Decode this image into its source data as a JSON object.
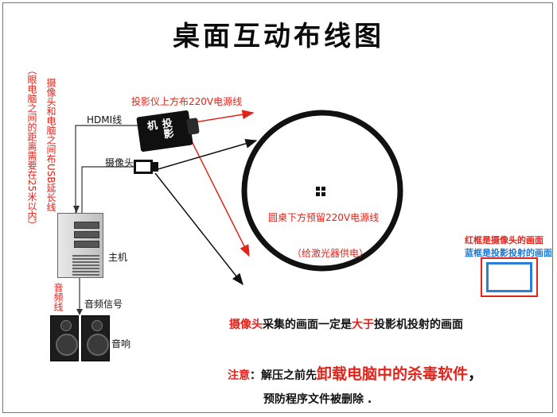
{
  "title": "桌面互动布线图",
  "labels": {
    "distance_note": "（眼电脑之间的距离需要在25米以内）",
    "usb_note": "摄像头和电脑之间布USB延长线",
    "hdmi": "HDMI线",
    "projector_text": "投影机",
    "projector_power": "投影仪上方布220V电源线",
    "camera": "摄像头",
    "host": "主机",
    "audio_line": "音频线",
    "audio_signal": "音频信号",
    "speaker": "音响",
    "table_power": "圆桌下方预留220V电源线",
    "laser_power": "（给激光器供电）"
  },
  "legend": {
    "red_frame": "红框是摄像头的画面",
    "blue_frame": "蓝框是投影投射的画面"
  },
  "notes": {
    "line1_a": "摄像头",
    "line1_b": "采集的画面一定是",
    "line1_c": "大于",
    "line1_d": "投影机投射的画面",
    "line2_a": "注意",
    "line2_b": "：解压之前先",
    "line2_c": "卸载电脑中的杀毒软件",
    "line2_d": "，",
    "line3": "预防程序文件被删除 ."
  },
  "colors": {
    "red": "#e2231a",
    "blue": "#1a78d6"
  }
}
